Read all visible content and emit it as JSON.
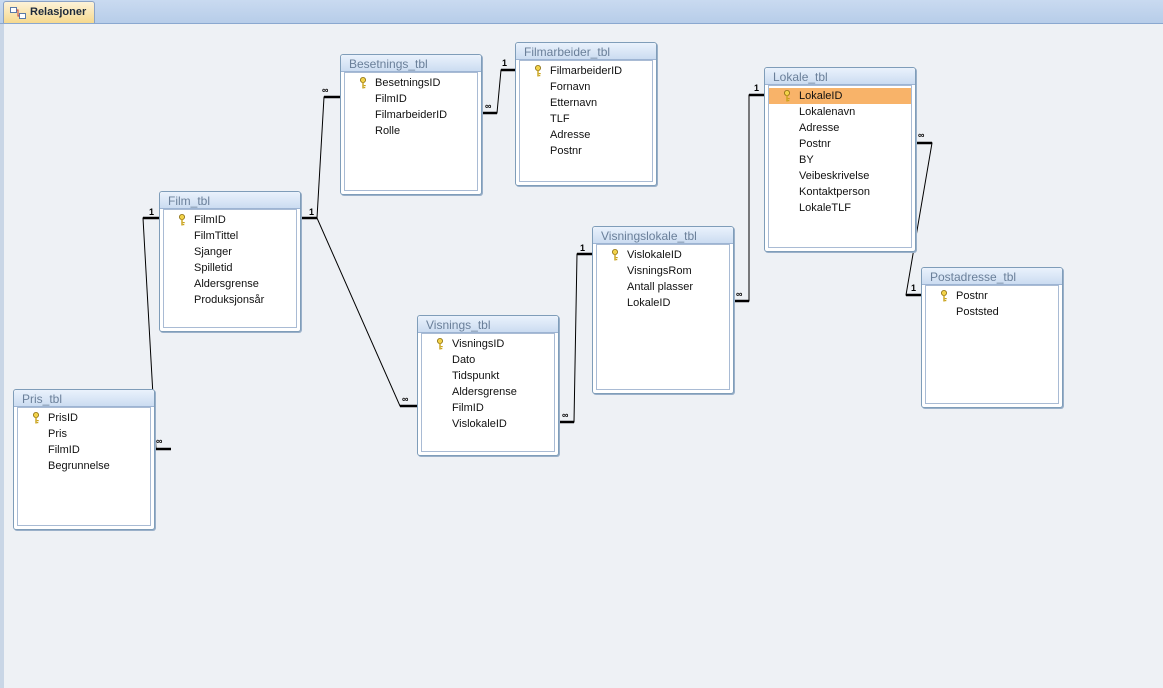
{
  "tab": {
    "label": "Relasjoner",
    "icon": "relationships-icon"
  },
  "colors": {
    "line": "#000000",
    "selected_field": "#f8b369",
    "header_text": "#6a7f99"
  },
  "tables": {
    "film": {
      "title": "Film_tbl",
      "fields": [
        "FilmID",
        "FilmTittel",
        "Sjanger",
        "Spilletid",
        "Aldersgrense",
        "Produksjonsår"
      ],
      "key": "FilmID"
    },
    "besetnings": {
      "title": "Besetnings_tbl",
      "fields": [
        "BesetningsID",
        "FilmID",
        "FilmarbeiderID",
        "Rolle"
      ],
      "key": "BesetningsID"
    },
    "filmarbeider": {
      "title": "Filmarbeider_tbl",
      "fields": [
        "FilmarbeiderID",
        "Fornavn",
        "Etternavn",
        "TLF",
        "Adresse",
        "Postnr"
      ],
      "key": "FilmarbeiderID"
    },
    "lokale": {
      "title": "Lokale_tbl",
      "fields": [
        "LokaleID",
        "Lokalenavn",
        "Adresse",
        "Postnr",
        "BY",
        "Veibeskrivelse",
        "Kontaktperson",
        "LokaleTLF"
      ],
      "key": "LokaleID",
      "selected": "LokaleID"
    },
    "visningslokale": {
      "title": "Visningslokale_tbl",
      "fields": [
        "VislokaleID",
        "VisningsRom",
        "Antall plasser",
        "LokaleID"
      ],
      "key": "VislokaleID"
    },
    "postadresse": {
      "title": "Postadresse_tbl",
      "fields": [
        "Postnr",
        "Poststed"
      ],
      "key": "Postnr"
    },
    "visnings": {
      "title": "Visnings_tbl",
      "fields": [
        "VisningsID",
        "Dato",
        "Tidspunkt",
        "Aldersgrense",
        "FilmID",
        "VislokaleID"
      ],
      "key": "VisningsID"
    },
    "pris": {
      "title": "Pris_tbl",
      "fields": [
        "PrisID",
        "Pris",
        "FilmID",
        "Begrunnelse"
      ],
      "key": "PrisID"
    }
  },
  "cardinality": {
    "one": "1",
    "many": "∞"
  }
}
